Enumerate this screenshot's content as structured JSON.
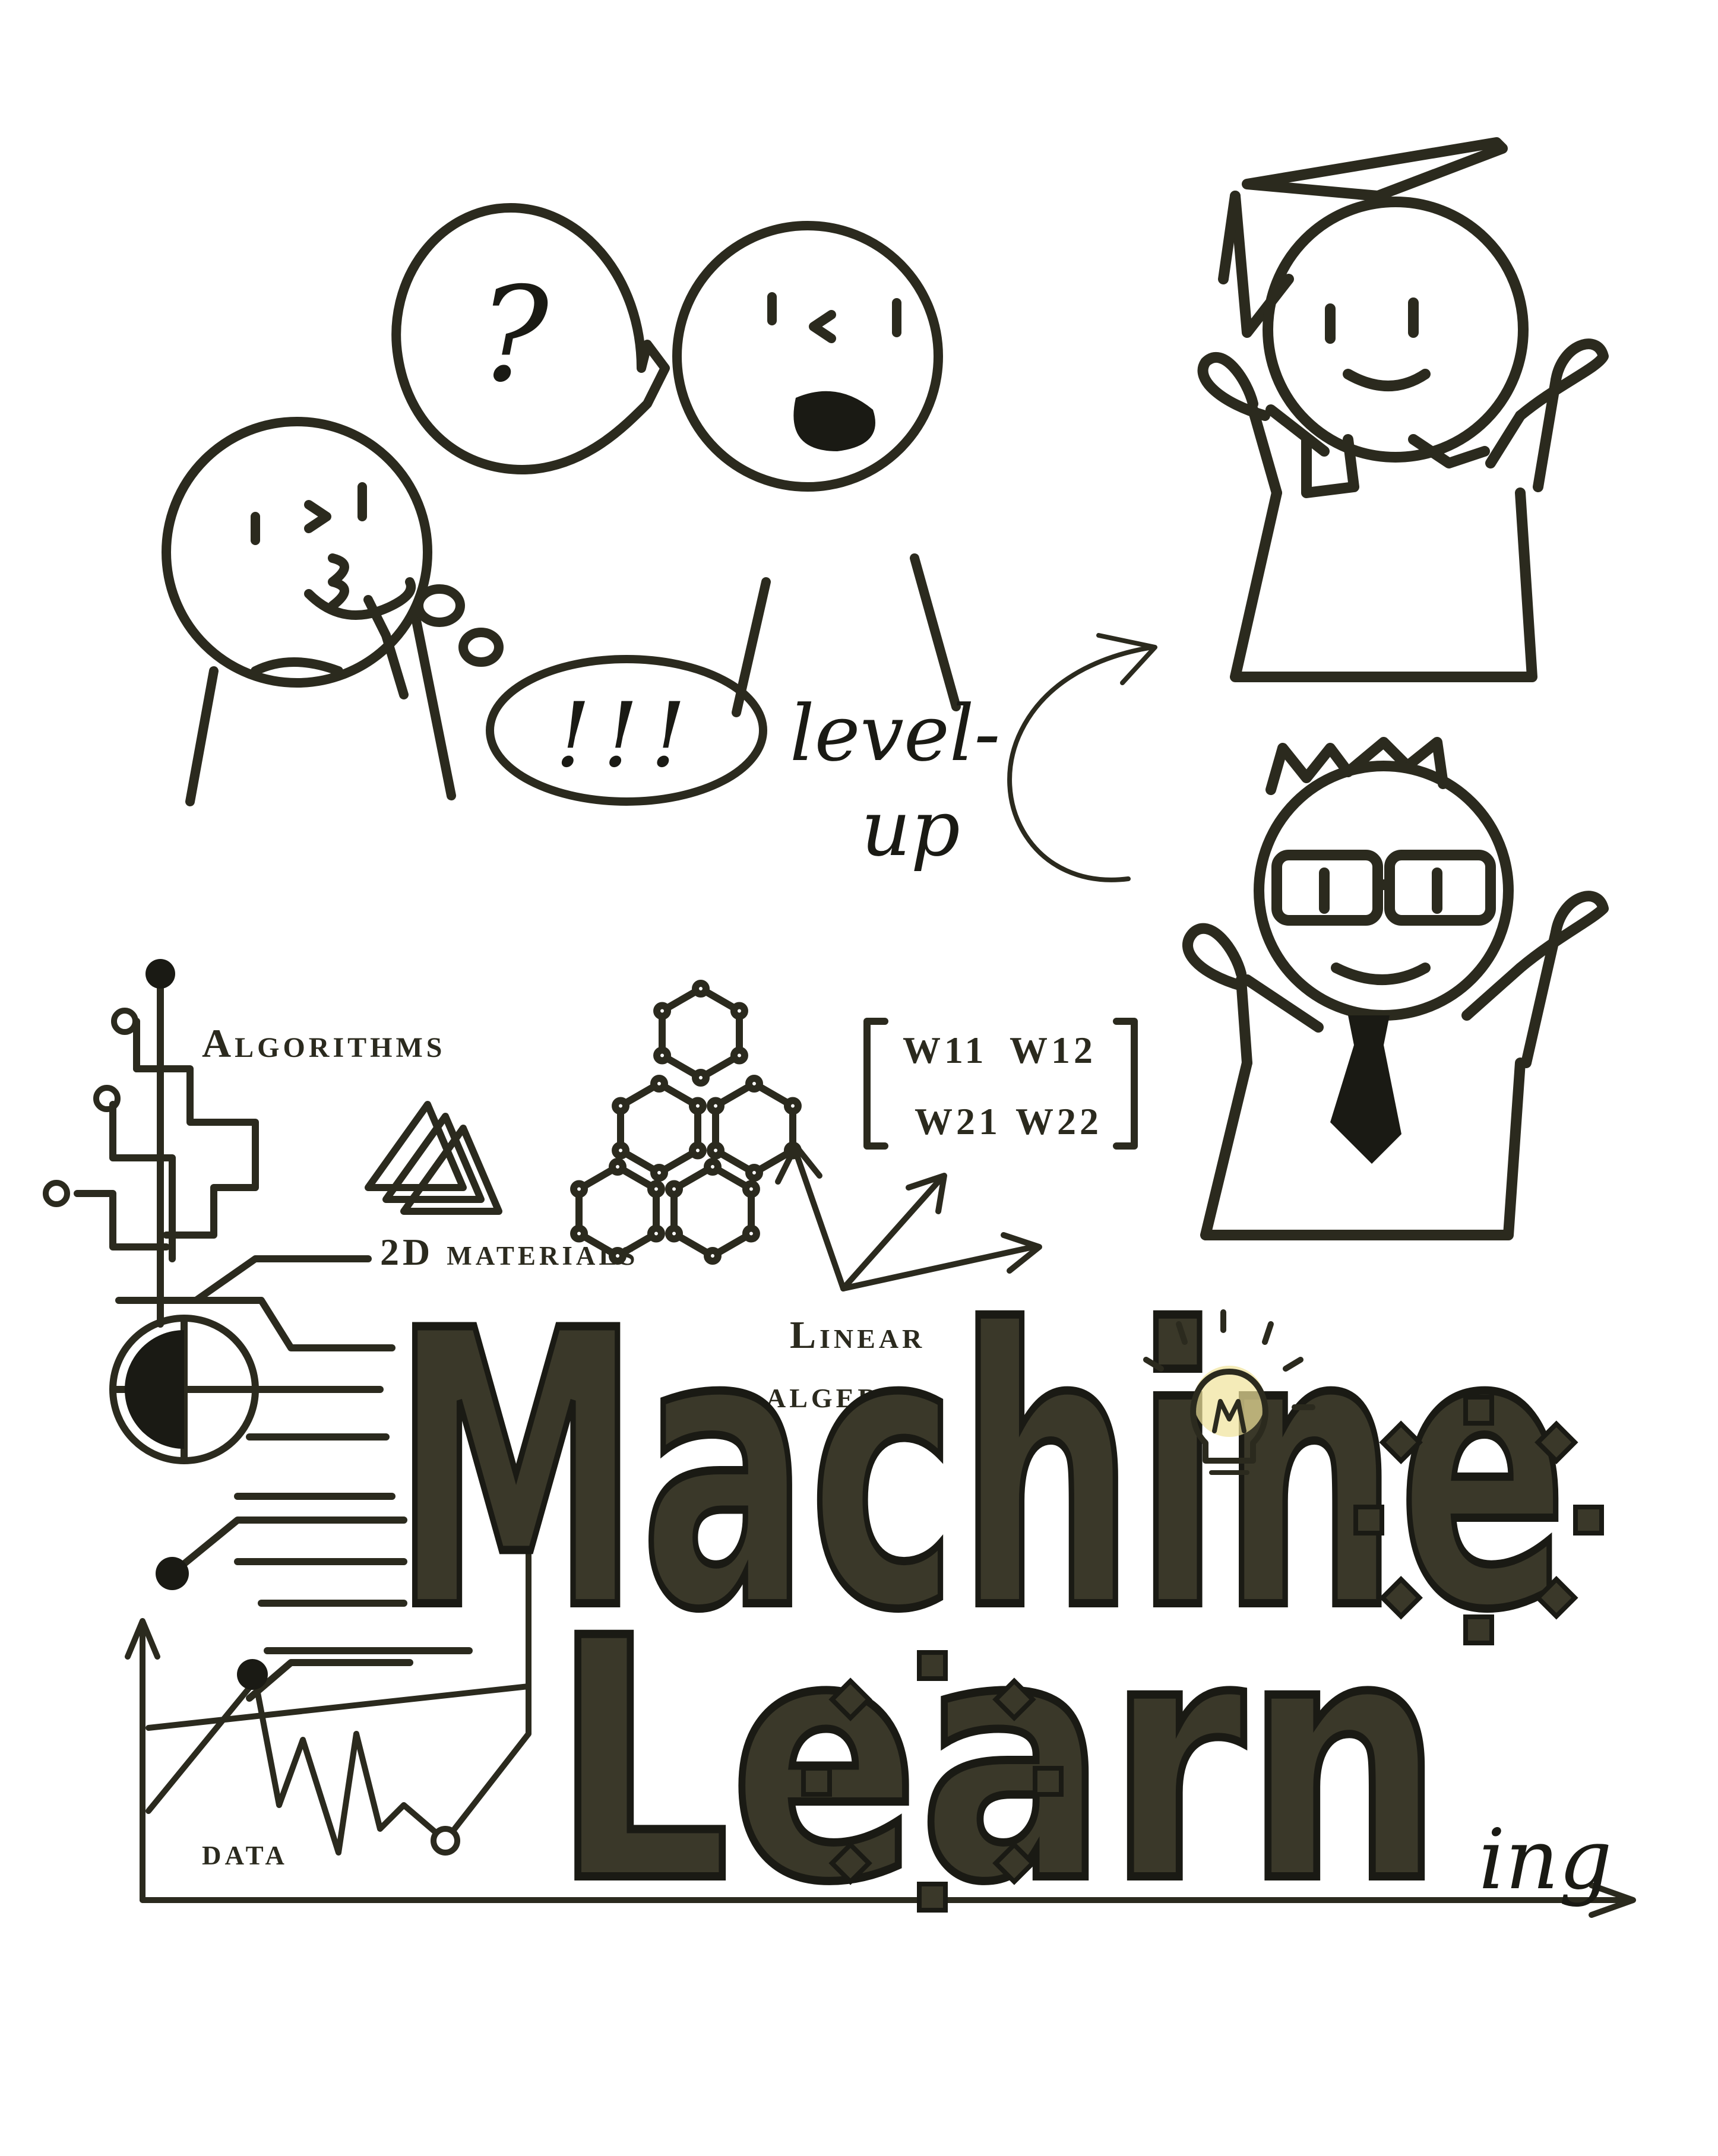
{
  "colors": {
    "ink": "#2b2a1e",
    "fill_dark": "#3a3829",
    "bulb_glow": "#efe39a",
    "background": "#ffffff"
  },
  "icons": [
    "thinking-person-icon",
    "surprised-person-icon",
    "graduate-icon",
    "professional-icon",
    "lightbulb-icon",
    "gear-icon",
    "graphene-hexagon-icon",
    "triangles-icon",
    "circuit-icon",
    "vector-arrows-icon"
  ],
  "bubbles": {
    "question": "?",
    "exclaim": "!!!"
  },
  "level_up": {
    "line1": "level-",
    "line2": "up"
  },
  "labels": {
    "algorithms": "Algorithms",
    "materials": "2D materials",
    "linear_line1": "Linear",
    "linear_line2": "algebra",
    "data": "data"
  },
  "matrix": {
    "w11": "W11",
    "w12": "W12",
    "w21": "W21",
    "w22": "W22"
  },
  "title": {
    "word1": "Machine",
    "word2": "Learn",
    "suffix": "ing"
  }
}
